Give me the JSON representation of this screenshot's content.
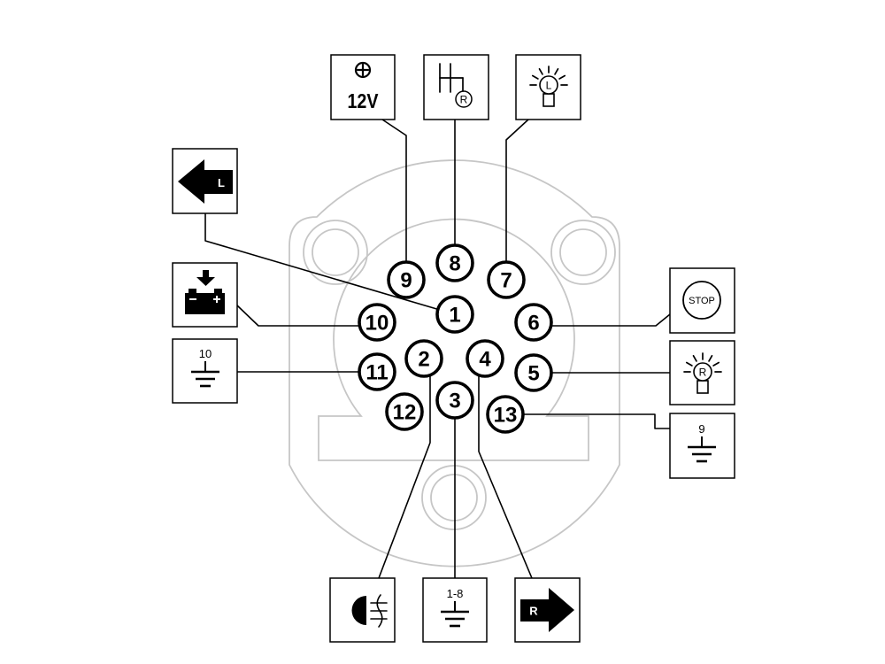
{
  "colors": {
    "background": "#ffffff",
    "wire": "#000000",
    "housing_outline": "#c6c6c6",
    "icon_fill": "#000000"
  },
  "pins": [
    "1",
    "2",
    "3",
    "4",
    "5",
    "6",
    "7",
    "8",
    "9",
    "10",
    "11",
    "12",
    "13"
  ],
  "terminals": {
    "supply_12v": {
      "icon": "plus-circle-icon",
      "label": "12V"
    },
    "reverse": {
      "icon": "gear-shift-icon",
      "label": "R"
    },
    "tail_left": {
      "icon": "lamp-icon",
      "label": "L"
    },
    "indicator_left": {
      "icon": "left-arrow-icon",
      "label": "L"
    },
    "charge": {
      "icon": "battery-charge-icon"
    },
    "ground_10": {
      "icon": "ground-icon",
      "label": "10"
    },
    "stop": {
      "icon": "stop-icon",
      "label": "STOP"
    },
    "tail_right": {
      "icon": "lamp-icon",
      "label": "R"
    },
    "ground_9": {
      "icon": "ground-icon",
      "label": "9"
    },
    "fog": {
      "icon": "fog-lamp-icon"
    },
    "ground_1_8": {
      "icon": "ground-icon",
      "label": "1-8"
    },
    "indicator_right": {
      "icon": "right-arrow-icon",
      "label": "R"
    }
  }
}
